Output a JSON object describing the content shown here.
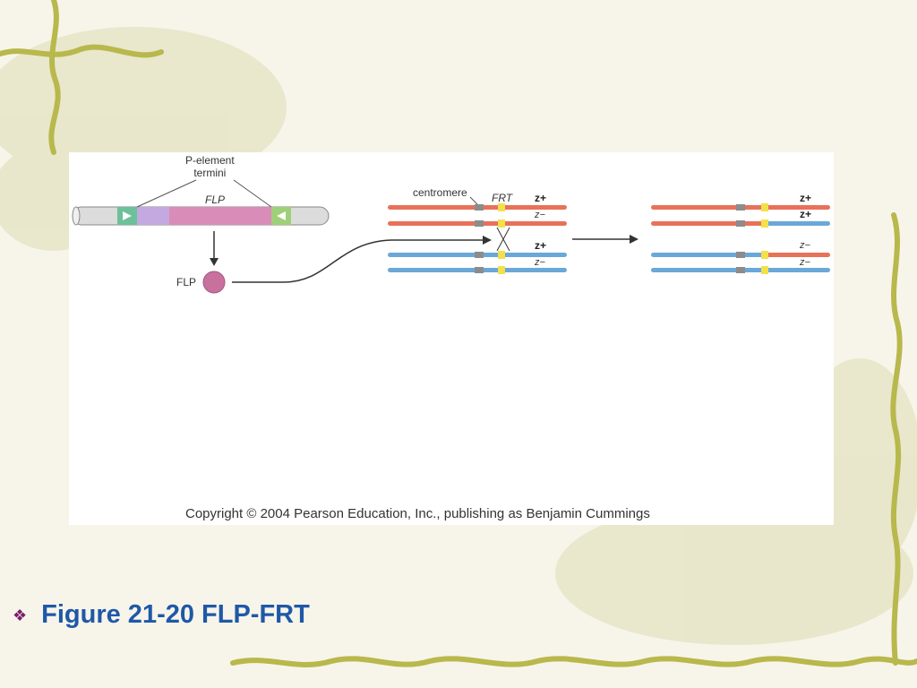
{
  "diagram": {
    "p_element_label": "P-element\ntermini",
    "flp_gene_label": "FLP",
    "flp_protein_label": "FLP",
    "centromere_label": "centromere",
    "frt_label": "FRT",
    "z_plus": "z+",
    "z_minus": "z−"
  },
  "copyright": "Copyright © 2004 Pearson Education, Inc., publishing as Benjamin Cummings",
  "caption": {
    "bullet": "❖",
    "text": "Figure 21-20 FLP-FRT"
  },
  "colors": {
    "red_chromosome": "#e8715a",
    "blue_chromosome": "#6aa8d8",
    "frt_yellow": "#f3e04a",
    "centromere_gray": "#8c8c8c",
    "flp_pink": "#d98cb8",
    "caption_blue": "#1f58a8",
    "bullet_purple": "#7a1f6a"
  }
}
